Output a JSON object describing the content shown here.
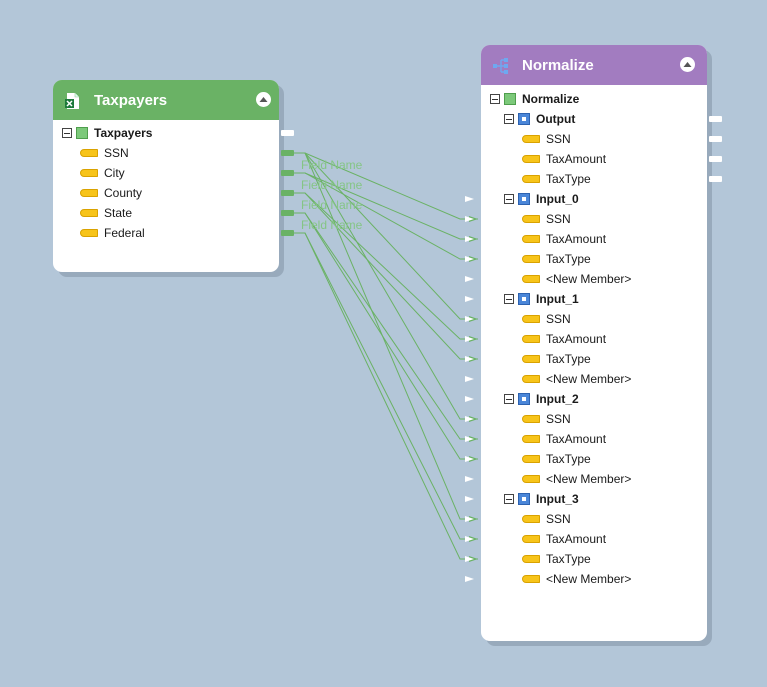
{
  "colors": {
    "canvas": "#b3c6d8",
    "source_header": "#6ab265",
    "target_header": "#a27cc0",
    "connector": "#6ab265",
    "field_icon": "#f7c41a"
  },
  "source": {
    "title": "Taxpayers",
    "icon": "excel-icon",
    "root": {
      "label": "Taxpayers"
    },
    "fields": [
      {
        "label": "SSN",
        "connected": true
      },
      {
        "label": "City",
        "connected": true
      },
      {
        "label": "County",
        "connected": true
      },
      {
        "label": "State",
        "connected": true
      },
      {
        "label": "Federal",
        "connected": true
      }
    ]
  },
  "connection_labels": [
    "Field Name",
    "Field Name",
    "Field Name",
    "Field Name"
  ],
  "target": {
    "title": "Normalize",
    "icon": "normalize-icon",
    "root": {
      "label": "Normalize"
    },
    "output": {
      "label": "Output",
      "fields": [
        "SSN",
        "TaxAmount",
        "TaxType"
      ]
    },
    "inputs": [
      {
        "label": "Input_0",
        "fields": [
          "SSN",
          "TaxAmount",
          "TaxType",
          "<New Member>"
        ]
      },
      {
        "label": "Input_1",
        "fields": [
          "SSN",
          "TaxAmount",
          "TaxType",
          "<New Member>"
        ]
      },
      {
        "label": "Input_2",
        "fields": [
          "SSN",
          "TaxAmount",
          "TaxType",
          "<New Member>"
        ]
      },
      {
        "label": "Input_3",
        "fields": [
          "SSN",
          "TaxAmount",
          "TaxType",
          "<New Member>"
        ]
      }
    ]
  }
}
